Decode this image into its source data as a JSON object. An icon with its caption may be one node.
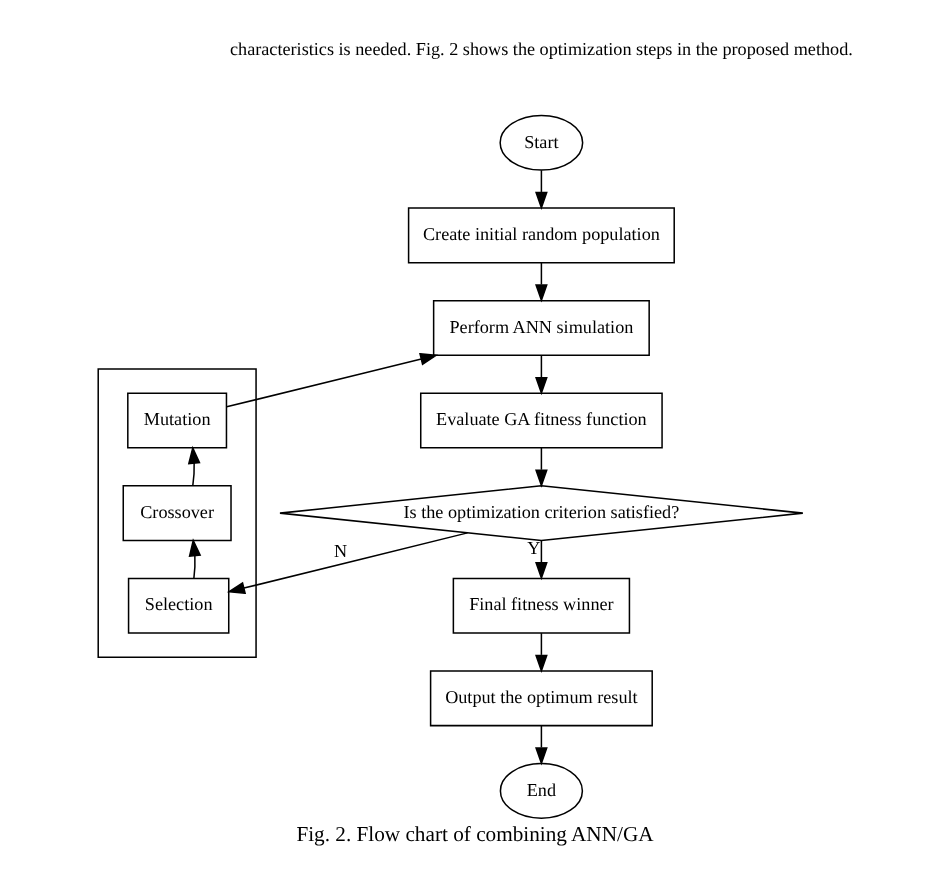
{
  "diagram": {
    "caption": "Fig. 2. Flow chart of combining ANN/GA",
    "nodes": [
      {
        "text": [
          "Start"
        ]
      },
      {
        "text": [
          "Create initial random population"
        ]
      },
      {
        "text": [
          "Perform ANN simulation"
        ]
      },
      {
        "text": [
          "Evaluate GA fitness function"
        ]
      },
      {
        "text": [
          "Is the optimization criterion satisfied?"
        ]
      },
      {
        "text": [
          "Final fitness winner"
        ]
      },
      {
        "text": [
          "Output the optimum result"
        ]
      },
      {
        "text": [
          "End"
        ]
      },
      {
        "text": [],
        "shape": "box"
      },
      {
        "text": [
          "Mutation"
        ],
        "in": 8
      },
      {
        "text": [
          "Crossover"
        ],
        "in": 8
      },
      {
        "text": [
          "Selection"
        ],
        "in": 8
      }
    ],
    "edges": [
      {
        "from": 0,
        "to": 1,
        "arrow": "to"
      },
      {
        "from": 1,
        "to": 2,
        "arrow": "to"
      },
      {
        "from": 2,
        "to": 3,
        "arrow": "to"
      },
      {
        "from": 3,
        "to": 4,
        "arrow": "to"
      },
      {
        "from": 4,
        "to": 5,
        "arrow": "to",
        "label": "Y"
      },
      {
        "from": 5,
        "to": 6,
        "arrow": "to"
      },
      {
        "from": 6,
        "to": 7,
        "arrow": "to"
      },
      {
        "from": 4,
        "to": 11,
        "arrow": "to",
        "label": "N"
      },
      {
        "from": 11,
        "to": 10,
        "arrow": "to"
      },
      {
        "from": 10,
        "to": 9,
        "arrow": "to"
      },
      {
        "from": 9,
        "to": 2,
        "arrow": "to"
      }
    ],
    "labels": [
      "characteristics is needed. Fig. 2 shows the optimization steps in the proposed method."
    ]
  }
}
